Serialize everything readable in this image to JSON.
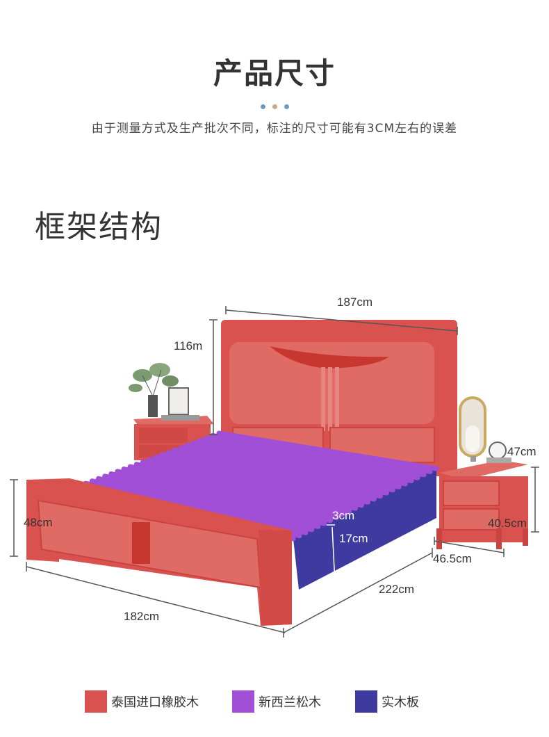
{
  "header": {
    "title": "产品尺寸",
    "subtitle": "由于测量方式及生产批次不同，标注的尺寸可能有3CM左右的误差",
    "dot_colors": [
      "#6a9bc4",
      "#c9a98c",
      "#6a9bc4"
    ]
  },
  "section": {
    "title": "框架结构"
  },
  "dimensions": {
    "width": "187cm",
    "headboard_height": "116m",
    "footboard_height": "48cm",
    "slat_gap": "3cm",
    "rail_height": "17cm",
    "length": "222cm",
    "depth": "182cm",
    "nightstand_height": "47cm",
    "nightstand_depth": "40.5cm",
    "nightstand_width": "46.5cm"
  },
  "legend": [
    {
      "label": "泰国进口橡胶木",
      "color": "#d9524f"
    },
    {
      "label": "新西兰松木",
      "color": "#a04fd6"
    },
    {
      "label": "实木板",
      "color": "#3f3aa0"
    }
  ],
  "colors": {
    "rubberwood": "#d9524f",
    "pine": "#a04fd6",
    "board": "#3f3aa0",
    "dimension_line": "#555555"
  }
}
